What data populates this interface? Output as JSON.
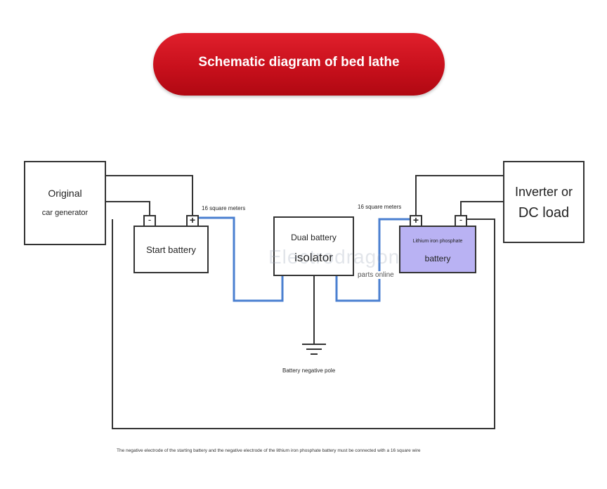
{
  "title": "Schematic diagram of bed lathe",
  "generator": {
    "line1": "Original",
    "line2": "car generator"
  },
  "start_battery": {
    "label": "Start battery",
    "neg": "-",
    "pos": "+"
  },
  "isolator": {
    "line1": "Dual battery",
    "line2": "isolator"
  },
  "lifepo_battery": {
    "line1": "Lithium iron phosphate",
    "line2": "battery",
    "neg": "-",
    "pos": "+"
  },
  "load": {
    "line1": "Inverter or",
    "line2": "DC load"
  },
  "wire_left": "16 square meters",
  "wire_right": "16 square meters",
  "ground_label": "Battery negative pole",
  "watermark": "Electrodragon",
  "watermark_sub": "parts online",
  "footnote": "The negative electrode of the starting battery and the negative electrode of the lithium iron phosphate battery must be connected with a 16 square wire",
  "colors": {
    "title_bg": "#d0121e",
    "wire_blue": "#4a7fd0",
    "lifepo_fill": "#b9b2f3",
    "wire_black": "#333333"
  }
}
